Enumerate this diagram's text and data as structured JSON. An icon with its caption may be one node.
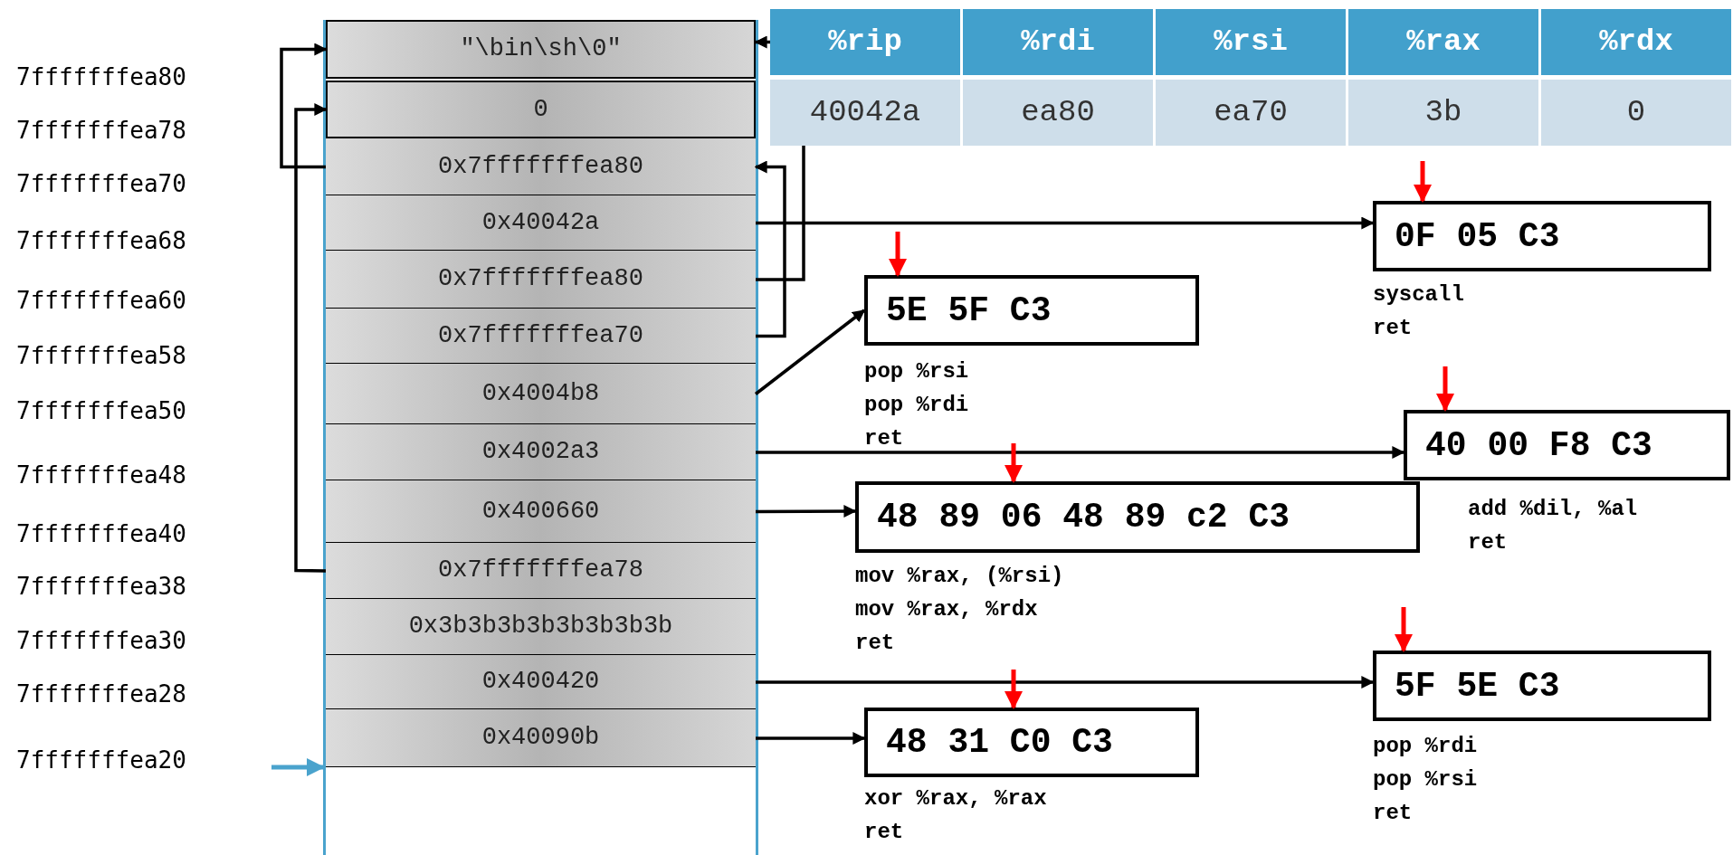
{
  "diagram": {
    "nodes": [
      {
        "text": [],
        "shape": "box"
      },
      {
        "text": [
          "\"\\bin\\sh\\0\""
        ],
        "in": 0
      },
      {
        "text": [
          "0"
        ],
        "in": 0
      },
      {
        "text": [
          "0x7fffffffea80"
        ],
        "in": 0
      },
      {
        "text": [
          "0x40042a"
        ],
        "in": 0
      },
      {
        "text": [
          "0x7fffffffea80"
        ],
        "in": 0
      },
      {
        "text": [
          "0x7fffffffea70"
        ],
        "in": 0
      },
      {
        "text": [
          "0x4004b8"
        ],
        "in": 0
      },
      {
        "text": [
          "0x4002a3"
        ],
        "in": 0
      },
      {
        "text": [
          "0x400660"
        ],
        "in": 0
      },
      {
        "text": [
          "0x7fffffffea78"
        ],
        "in": 0
      },
      {
        "text": [
          "0x3b3b3b3b3b3b3b3b"
        ],
        "in": 0
      },
      {
        "text": [
          "0x400420"
        ],
        "in": 0
      },
      {
        "text": [
          "0x40090b"
        ],
        "in": 0
      },
      {
        "text": [
          "40042a"
        ]
      },
      {
        "text": [
          "0F 05 C3"
        ],
        "beside": [
          "syscall",
          "ret"
        ]
      },
      {
        "text": [
          "5E 5F C3"
        ],
        "beside": [
          "pop %rsi",
          "pop %rdi",
          "ret"
        ]
      },
      {
        "text": [
          "40 00 F8 C3"
        ],
        "beside": [
          "add %dil, %al",
          "ret"
        ]
      },
      {
        "text": [
          "48 89 06 48 89 c2 C3"
        ],
        "beside": [
          "mov %rax, (%rsi)",
          "mov %rax, %rdx",
          "ret"
        ]
      },
      {
        "text": [
          "5F 5E C3"
        ],
        "beside": [
          "pop %rdi",
          "pop %rsi",
          "ret"
        ]
      },
      {
        "text": [
          "48 31 C0 C3"
        ],
        "beside": [
          "xor %rax, %rax",
          "ret"
        ]
      },
      {
        "text": [
          "%rip"
        ]
      }
    ],
    "edges": [
      {
        "from": 4,
        "to": 15,
        "arrow": "to"
      },
      {
        "from": 7,
        "to": 16,
        "arrow": "to"
      },
      {
        "from": 8,
        "to": 17,
        "arrow": "to"
      },
      {
        "from": 9,
        "to": 18,
        "arrow": "to"
      },
      {
        "from": 12,
        "to": 19,
        "arrow": "to"
      },
      {
        "from": 13,
        "to": 20,
        "arrow": "to"
      },
      {
        "from": 3,
        "to": 1,
        "arrow": "to"
      },
      {
        "from": 10,
        "to": 2,
        "arrow": "to"
      },
      {
        "from": 6,
        "to": 3,
        "arrow": "to"
      },
      {
        "from": 5,
        "to": 14,
        "arrow": "none"
      },
      {
        "from": 21,
        "to": 1,
        "arrow": "to"
      },
      {
        "from": null,
        "to": 0,
        "arrow": "to",
        "color": "#4aa3cd"
      },
      {
        "from": null,
        "to": 15,
        "arrow": "to",
        "color": "#ff0000"
      },
      {
        "from": null,
        "to": 16,
        "arrow": "to",
        "color": "#ff0000"
      },
      {
        "from": null,
        "to": 17,
        "arrow": "to",
        "color": "#ff0000"
      },
      {
        "from": null,
        "to": 18,
        "arrow": "to",
        "color": "#ff0000"
      },
      {
        "from": null,
        "to": 19,
        "arrow": "to",
        "color": "#ff0000"
      },
      {
        "from": null,
        "to": 20,
        "arrow": "to",
        "color": "#ff0000"
      }
    ],
    "labels": [
      "7fffffffea80",
      "7fffffffea78",
      "7fffffffea70",
      "7fffffffea68",
      "7fffffffea60",
      "7fffffffea58",
      "7fffffffea50",
      "7fffffffea48",
      "7fffffffea40",
      "7fffffffea38",
      "7fffffffea30",
      "7fffffffea28",
      "7fffffffea20",
      "%rdi",
      "%rsi",
      "%rax",
      "%rdx",
      "ea80",
      "ea70",
      "3b",
      "0"
    ]
  }
}
